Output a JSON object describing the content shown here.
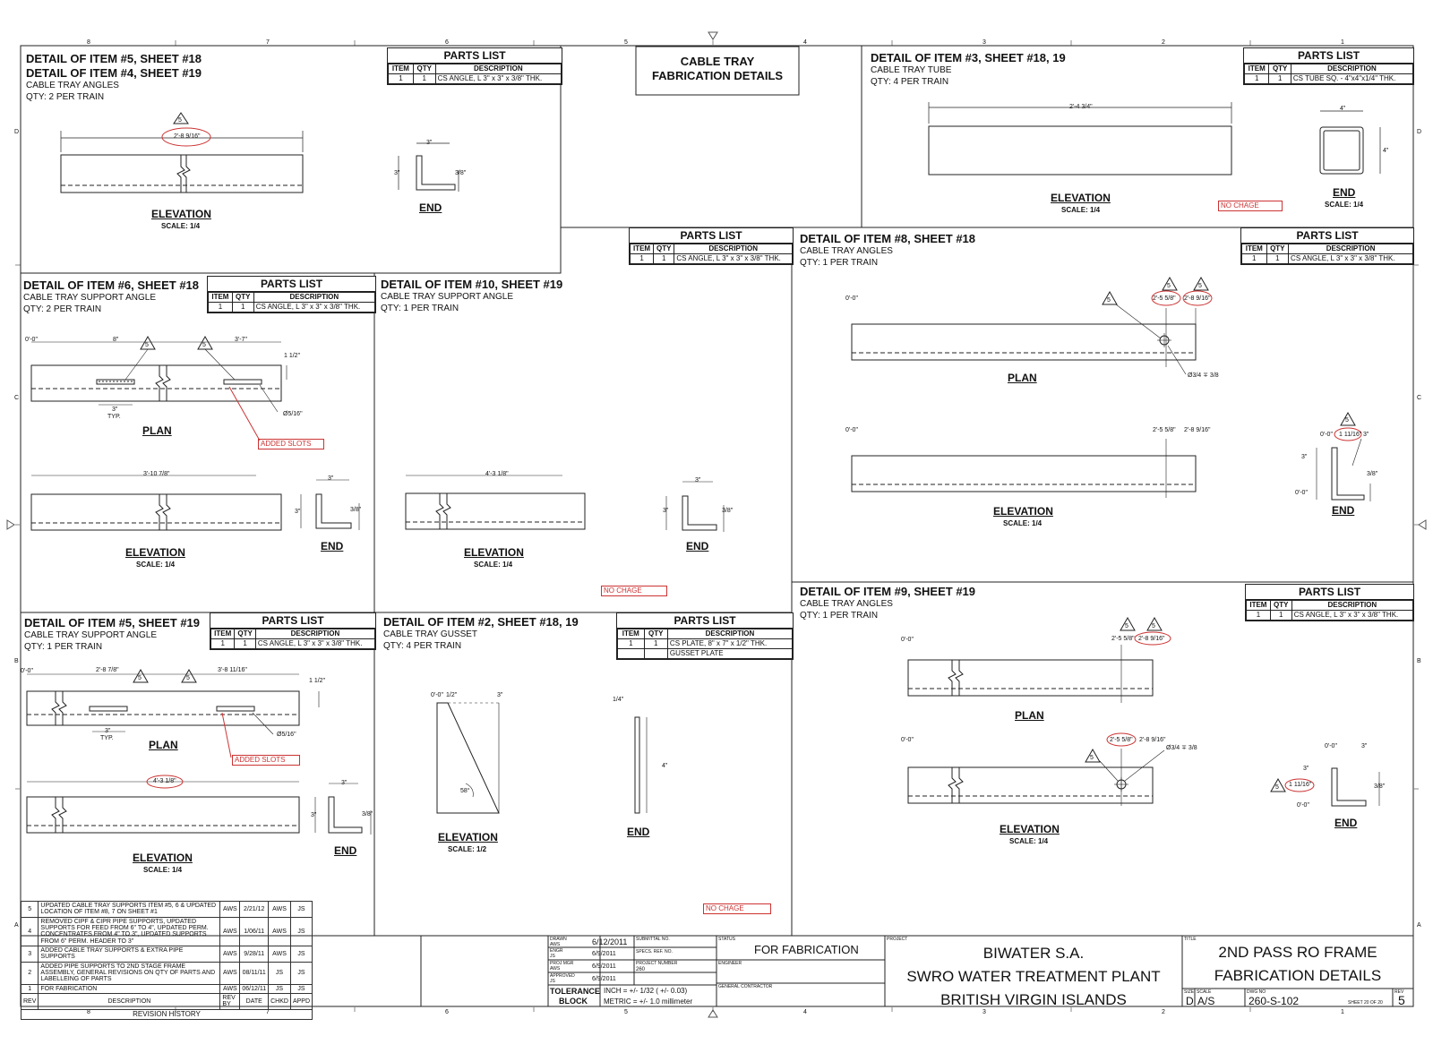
{
  "border_letters": [
    "D",
    "C",
    "B",
    "A"
  ],
  "border_numbers": [
    "8",
    "7",
    "6",
    "5",
    "4",
    "3",
    "2",
    "1"
  ],
  "title_block_center": {
    "line1": "CABLE TRAY",
    "line2": "FABRICATION DETAILS"
  },
  "common": {
    "item": "ITEM",
    "qty": "QTY",
    "description": "DESCRIPTION",
    "parts_list": "PARTS LIST",
    "elevation": "ELEVATION",
    "end": "END",
    "plan": "PLAN",
    "scale_14": "SCALE: 1/4",
    "scale_12": "SCALE: 1/2",
    "no_change": "NO CHAGE",
    "added_slots": "ADDED SLOTS",
    "one": "1",
    "typ": "TYP.",
    "rev_marker": "5"
  },
  "detail_5_4": {
    "title1": "DETAIL OF ITEM #5, SHEET #18",
    "title2": "DETAIL OF ITEM #4, SHEET #19",
    "sub": "CABLE TRAY ANGLES",
    "qty": "QTY: 2 PER TRAIN",
    "desc": "CS ANGLE, L 3\" x 3\" x 3/8\" THK.",
    "dim_len": "2'-8 9/16\"",
    "dim_w": "3\"",
    "dim_h": "3\"",
    "dim_t": "3/8\""
  },
  "detail_3": {
    "title": "DETAIL OF ITEM #3, SHEET #18, 19",
    "sub": "CABLE TRAY TUBE",
    "qty": "QTY: 4 PER TRAIN",
    "desc": "CS TUBE SQ. - 4\"x4\"x1/4\" THK.",
    "dim_len": "2'-4 3/4\"",
    "dim_w": "4\"",
    "dim_h": "4\""
  },
  "detail_6": {
    "title": "DETAIL OF ITEM #6, SHEET #18",
    "sub": "CABLE TRAY SUPPORT ANGLE",
    "qty": "QTY: 2 PER TRAIN",
    "desc": "CS ANGLE, L 3\" x 3\" x 3/8\" THK.",
    "zero": "0'-0\"",
    "d1": "8\"",
    "d2": "3'-7\"",
    "d3": "1 1/2\"",
    "d4": "3\"",
    "hole": "Ø5/16\"",
    "len": "3'-10 7/8\"",
    "w": "3\"",
    "h": "3\"",
    "t": "3/8\""
  },
  "detail_10": {
    "title": "DETAIL OF ITEM #10, SHEET #19",
    "sub": "CABLE TRAY SUPPORT ANGLE",
    "qty": "QTY: 1 PER TRAIN",
    "desc": "CS ANGLE, L 3\" x 3\" x 3/8\" THK.",
    "len": "4'-3 1/8\"",
    "w": "3\"",
    "h": "3\"",
    "t": "3/8\""
  },
  "detail_8": {
    "title": "DETAIL OF ITEM #8, SHEET #18",
    "sub": "CABLE TRAY ANGLES",
    "qty": "QTY: 1 PER TRAIN",
    "desc": "CS ANGLE, L 3\" x 3\" x 3/8\" THK.",
    "zero": "0'-0\"",
    "d1": "2'-5 5/8\"",
    "d2": "2'-8 9/16\"",
    "hole": "Ø3/4 ∓ 3/8",
    "e_zero": "0'-0\"",
    "e_w": "1 11/16\"",
    "e_3a": "3\"",
    "e_3b": "3\"",
    "e_t": "3/8\"",
    "e_zero2": "0'-0\""
  },
  "detail_5_19": {
    "title": "DETAIL OF ITEM #5, SHEET #19",
    "sub": "CABLE TRAY SUPPORT ANGLE",
    "qty": "QTY: 1 PER TRAIN",
    "desc": "CS ANGLE, L 3\" x 3\" x 3/8\" THK.",
    "zero": "0'-0\"",
    "d1": "2'-8 7/8\"",
    "d2": "3'-8 11/16\"",
    "d3": "1 1/2\"",
    "d4": "3\"",
    "hole": "Ø5/16\"",
    "len": "4'-3 1/8\"",
    "w": "3\"",
    "h": "3\"",
    "t": "3/8\""
  },
  "detail_2": {
    "title": "DETAIL OF ITEM #2, SHEET #18, 19",
    "sub": "CABLE TRAY GUSSET",
    "qty": "QTY: 4 PER TRAIN",
    "desc1": "CS PLATE, 8\" x 7\" x 1/2\" THK.",
    "desc2": "GUSSET PLATE",
    "zero": "0'-0\"",
    "d1": "1/2\"",
    "d2": "3\"",
    "angle": "58°",
    "t": "1/4\"",
    "h": "4\""
  },
  "detail_9": {
    "title": "DETAIL OF ITEM #9, SHEET #19",
    "sub": "CABLE TRAY ANGLES",
    "qty": "QTY: 1 PER TRAIN",
    "desc": "CS ANGLE, L 3\" x 3\" x 3/8\" THK.",
    "zero": "0'-0\"",
    "d1": "2'-5 5/8\"",
    "d2": "2'-8 9/16\"",
    "hole": "Ø3/4 ∓ 3/8",
    "e_zero": "0'-0\"",
    "e_3a": "3\"",
    "e_3b": "3\"",
    "e_w": "1 11/16\"",
    "e_t": "3/8\"",
    "e_zero2": "0'-0\""
  },
  "revisions": {
    "rows": [
      {
        "rev": "5",
        "desc": "UPDATED CABLE TRAY SUPPORTS ITEM #5, 6 & UPDATED LOCATION OF ITEM #8, 7 ON SHEET #1",
        "by": "AWS",
        "date": "2/21/12",
        "chkd": "AWS",
        "appd": "JS"
      },
      {
        "rev": "4",
        "desc": "REMOVED CIPF & CIPR PIPE SUPPORTS, UPDATED SUPPORTS FOR FEED FROM 6\" TO 4\", UPDATED PERM. CONCENTRATES FROM 4\" TO 3\", UPDATED SUPPORTS FROM 6\" PERM. HEADER TO 3\"",
        "by": "AWS",
        "date": "1/06/11",
        "chkd": "AWS",
        "appd": "JS"
      },
      {
        "rev": "3",
        "desc": "ADDED CABLE TRAY SUPPORTS & EXTRA PIPE SUPPORTS",
        "by": "AWS",
        "date": "9/28/11",
        "chkd": "AWS",
        "appd": "JS"
      },
      {
        "rev": "2",
        "desc": "ADDED PIPE SUPPORTS TO 2ND STAGE FRAME ASSEMBLY, GENERAL REVISIONS ON QTY OF PARTS AND LABELLEING OF PARTS",
        "by": "AWS",
        "date": "08/11/11",
        "chkd": "JS",
        "appd": "JS"
      },
      {
        "rev": "1",
        "desc": "FOR FABRICATION",
        "by": "AWS",
        "date": "06/12/11",
        "chkd": "JS",
        "appd": "JS"
      }
    ],
    "headers": {
      "rev": "REV",
      "desc": "DESCRIPTION",
      "by": "REV BY",
      "date": "DATE",
      "chkd": "CHKD",
      "appd": "APPD"
    },
    "title": "REVISION HISTORY"
  },
  "title_block": {
    "drawn": "DRAWN",
    "drawn_by": "AWS",
    "drawn_date": "6/12/2011",
    "engr": "ENGR",
    "engr_by": "JS",
    "engr_date": "6/9/2011",
    "projmgr": "PROJ MGR",
    "projmgr_by": "AWS",
    "projmgr_date": "6/9/2011",
    "approved": "APPROVED",
    "approved_by": "JS",
    "approved_date": "6/9/2011",
    "submittal": "SUBMITTAL NO.",
    "specs": "SPECS. REF. NO.",
    "project_number_lbl": "PROJECT NUMBER",
    "project_number": "260",
    "tolerance1": "TOLERANCE",
    "tolerance2": "BLOCK",
    "inch": "INCH = +/- 1/32 ( +/- 0.03)",
    "metric": "METRIC = +/- 1.0 millimeter",
    "status_lbl": "STATUS",
    "status": "FOR FABRICATION",
    "engineer": "ENGINEER",
    "gc": "GENERAL CONTRACTOR",
    "project_lbl": "PROJECT",
    "company": "BIWATER S.A.",
    "plant": "SWRO WATER TREATMENT PLANT",
    "location": "BRITISH VIRGIN ISLANDS",
    "title_lbl": "TITLE",
    "title1": "2ND PASS RO FRAME",
    "title2": "FABRICATION DETAILS",
    "size_lbl": "SIZE",
    "size": "D",
    "scale_lbl": "SCALE",
    "scale": "A/S",
    "dwg_lbl": "DWG NO",
    "dwg": "260-S-102",
    "sheet": "SHEET 20  OF 20",
    "rev_lbl": "REV",
    "rev": "5"
  }
}
